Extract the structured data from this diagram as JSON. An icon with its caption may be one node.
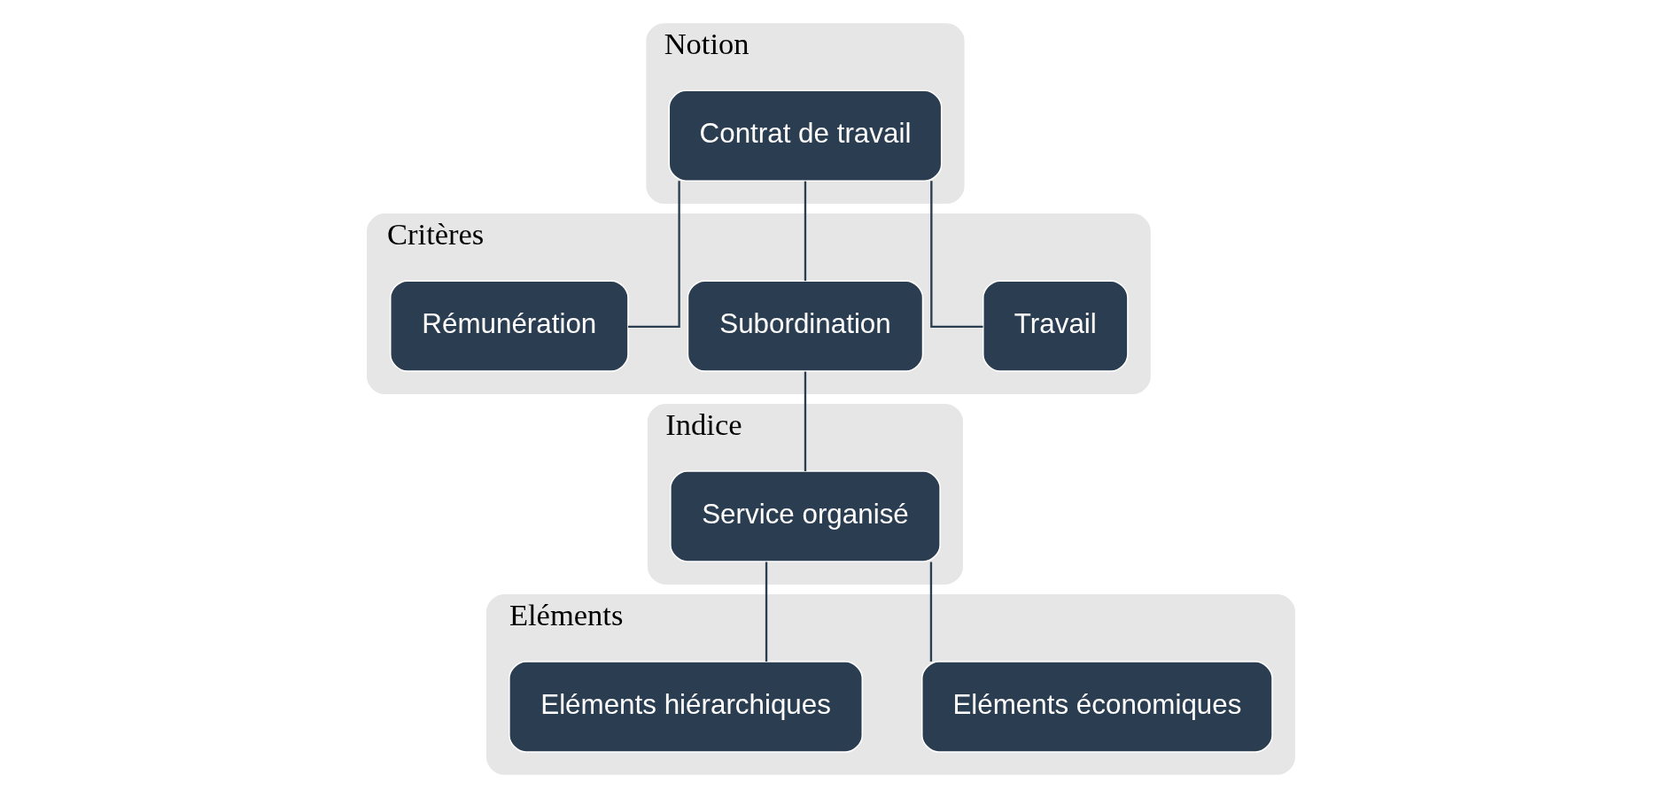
{
  "diagram": {
    "nodes": [
      {
        "text": [
          "Notion"
        ]
      },
      {
        "text": [
          "Contrat de travail"
        ],
        "in": 0
      },
      {
        "text": [
          "Critères"
        ]
      },
      {
        "text": [
          "Travail"
        ],
        "in": 2
      },
      {
        "text": [
          "Subordination"
        ],
        "in": 2
      },
      {
        "text": [
          "Rémunération"
        ],
        "in": 2
      },
      {
        "text": [
          "Indice"
        ]
      },
      {
        "text": [
          "Service organisé"
        ],
        "in": 6
      },
      {
        "text": [
          "Eléments"
        ]
      },
      {
        "text": [
          "Eléments économiques"
        ],
        "in": 8
      },
      {
        "text": [
          "Eléments hiérarchiques"
        ],
        "in": 8
      }
    ],
    "edges": [
      {
        "from": 1,
        "to": 3,
        "arrow": "none"
      },
      {
        "from": 1,
        "to": 4,
        "arrow": "none"
      },
      {
        "from": 1,
        "to": 5,
        "arrow": "none"
      },
      {
        "from": 4,
        "to": 7,
        "arrow": "none"
      },
      {
        "from": 7,
        "to": 9,
        "arrow": "none"
      },
      {
        "from": 7,
        "to": 10,
        "arrow": "none"
      }
    ]
  }
}
